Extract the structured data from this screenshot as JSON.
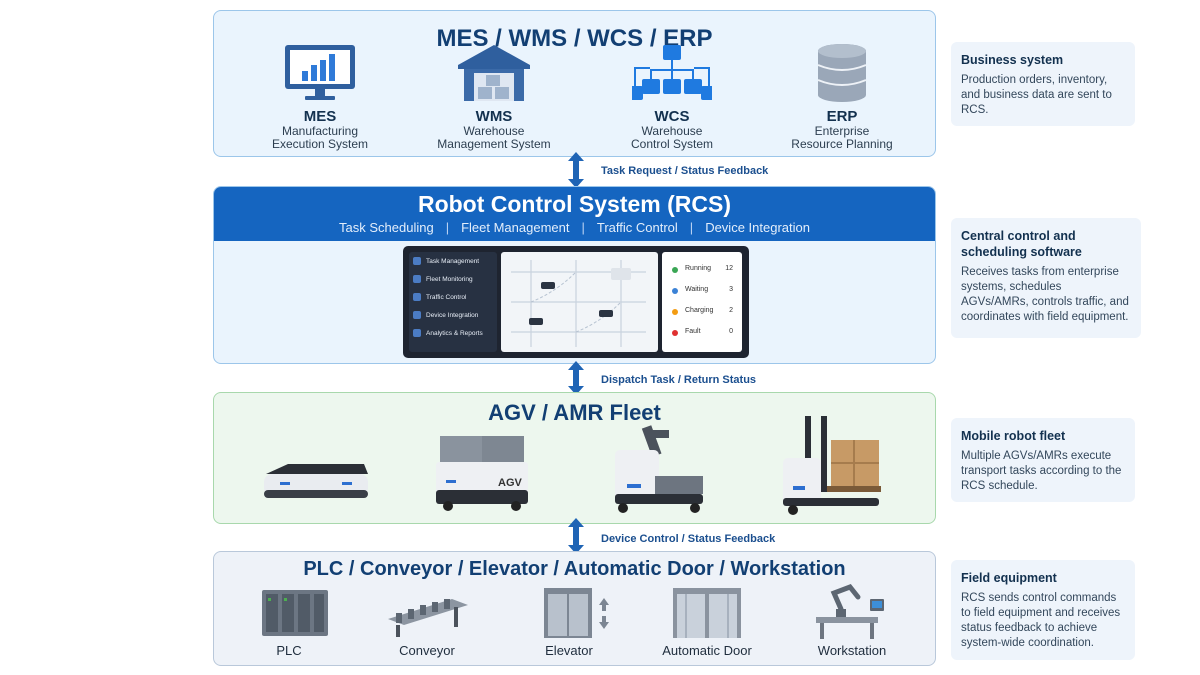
{
  "business": {
    "title": "MES / WMS / WCS / ERP",
    "systems": [
      {
        "name": "MES",
        "line1": "Manufacturing",
        "line2": "Execution System",
        "icon": "monitor-chart-icon"
      },
      {
        "name": "WMS",
        "line1": "Warehouse",
        "line2": "Management System",
        "icon": "warehouse-icon"
      },
      {
        "name": "WCS",
        "line1": "Warehouse",
        "line2": "Control System",
        "icon": "hierarchy-icon"
      },
      {
        "name": "ERP",
        "line1": "Enterprise",
        "line2": "Resource Planning",
        "icon": "database-icon"
      }
    ]
  },
  "connectors": {
    "c1": "Task Request / Status Feedback",
    "c2": "Dispatch Task / Return Status",
    "c3": "Device Control / Status Feedback"
  },
  "rcs": {
    "title": "Robot Control System (RCS)",
    "tabs": [
      "Task Scheduling",
      "Fleet Management",
      "Traffic Control",
      "Device Integration"
    ],
    "menu": [
      "Task Management",
      "Fleet Monitoring",
      "Traffic Control",
      "Device Integration",
      "Analytics & Reports"
    ],
    "status": [
      {
        "label": "Running",
        "value": "12",
        "color": "#3aa655"
      },
      {
        "label": "Waiting",
        "value": "3",
        "color": "#3b82d6"
      },
      {
        "label": "Charging",
        "value": "2",
        "color": "#f39c12"
      },
      {
        "label": "Fault",
        "value": "0",
        "color": "#e03131"
      }
    ]
  },
  "fleet": {
    "title": "AGV / AMR Fleet",
    "agv_label": "AGV"
  },
  "field": {
    "title": "PLC / Conveyor / Elevator / Automatic Door / Workstation",
    "items": [
      "PLC",
      "Conveyor",
      "Elevator",
      "Automatic Door",
      "Workstation"
    ]
  },
  "side": [
    {
      "title": "Business system",
      "body": "Production orders, inventory, and business data are sent to RCS."
    },
    {
      "title": "Central control and scheduling software",
      "body": "Receives tasks from enterprise systems, schedules AGVs/AMRs, controls traffic, and coordinates with field equipment."
    },
    {
      "title": "Mobile robot fleet",
      "body": "Multiple AGVs/AMRs execute transport tasks according to the RCS schedule."
    },
    {
      "title": "Field equipment",
      "body": "RCS sends control commands to field equipment and receives status feedback to achieve system-wide coordination."
    }
  ]
}
